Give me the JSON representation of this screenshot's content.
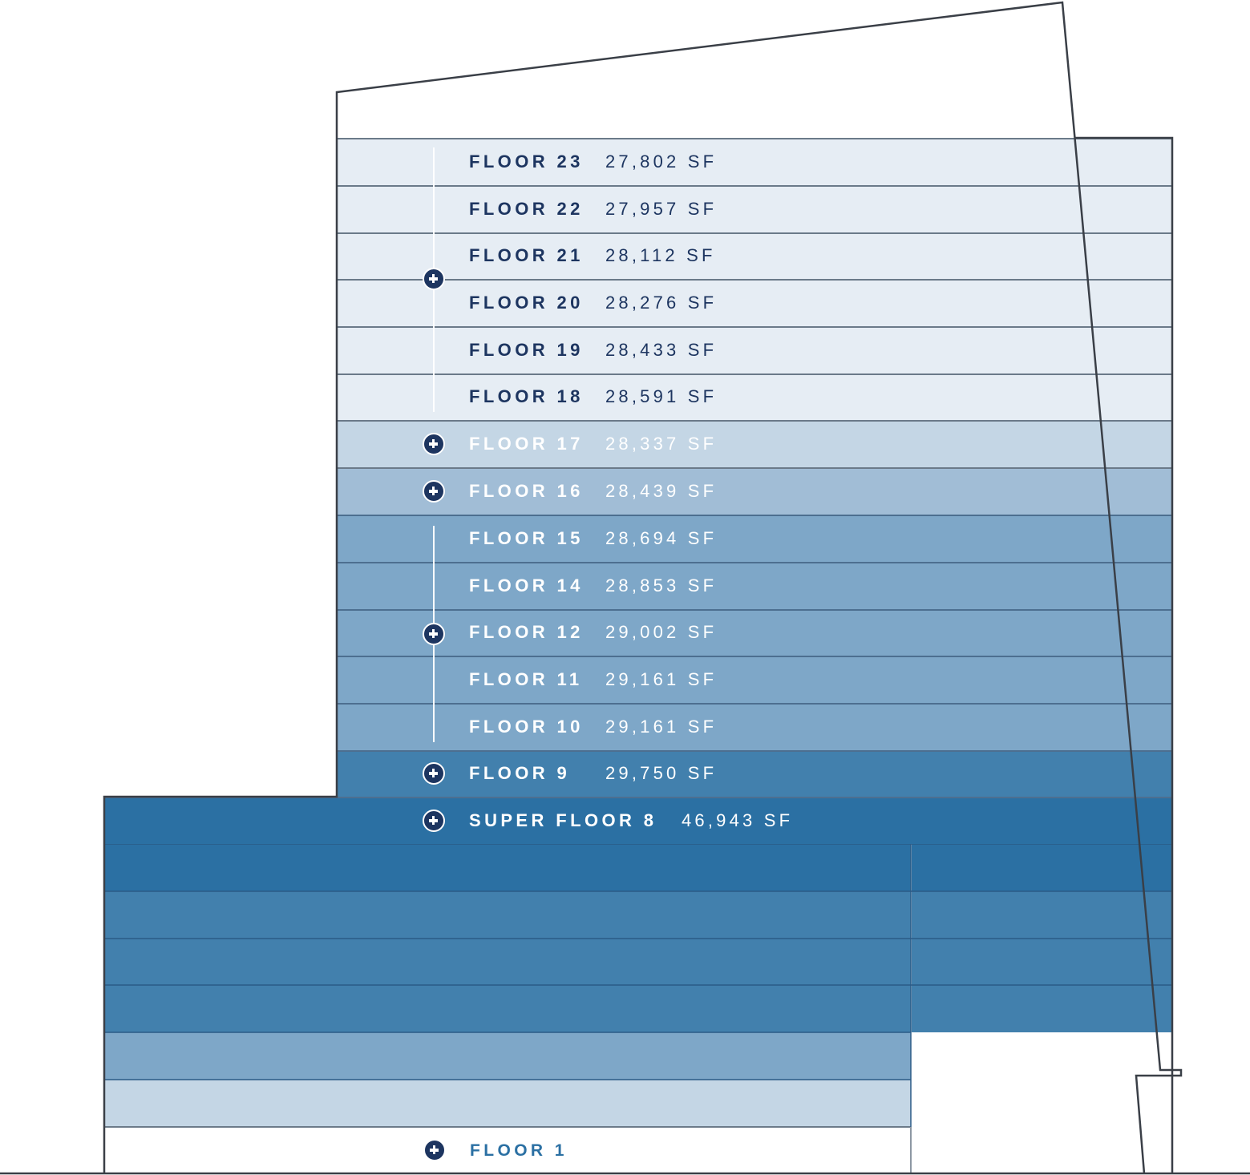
{
  "floors": [
    {
      "id": "23",
      "name": "FLOOR 23",
      "sf": "27,802 SF"
    },
    {
      "id": "22",
      "name": "FLOOR 22",
      "sf": "27,957 SF"
    },
    {
      "id": "21",
      "name": "FLOOR 21",
      "sf": "28,112 SF"
    },
    {
      "id": "20",
      "name": "FLOOR 20",
      "sf": "28,276 SF"
    },
    {
      "id": "19",
      "name": "FLOOR 19",
      "sf": "28,433 SF"
    },
    {
      "id": "18",
      "name": "FLOOR 18",
      "sf": "28,591 SF"
    },
    {
      "id": "17",
      "name": "FLOOR 17",
      "sf": "28,337 SF"
    },
    {
      "id": "16",
      "name": "FLOOR 16",
      "sf": "28,439 SF"
    },
    {
      "id": "15",
      "name": "FLOOR 15",
      "sf": "28,694 SF"
    },
    {
      "id": "14",
      "name": "FLOOR 14",
      "sf": "28,853 SF"
    },
    {
      "id": "12",
      "name": "FLOOR 12",
      "sf": "29,002 SF"
    },
    {
      "id": "11",
      "name": "FLOOR 11",
      "sf": "29,161 SF"
    },
    {
      "id": "10",
      "name": "FLOOR 10",
      "sf": "29,161 SF"
    },
    {
      "id": "9",
      "name": "FLOOR 9",
      "sf": "29,750 SF"
    },
    {
      "id": "8",
      "name": "SUPER FLOOR 8",
      "sf": "46,943 SF"
    }
  ],
  "ground_floor": {
    "name": "FLOOR 1"
  },
  "colors": {
    "band_lightest": "#e6edf4",
    "band_light": "#c4d6e5",
    "band_mid_light": "#a1bdd6",
    "band_mid": "#7ea7c8",
    "band_dark": "#4280ad",
    "band_darkest": "#2b70a3",
    "text_navy": "#1d3560",
    "text_white": "#ffffff",
    "floor1_text": "#2b70a3",
    "outline": "#3a3f47"
  }
}
